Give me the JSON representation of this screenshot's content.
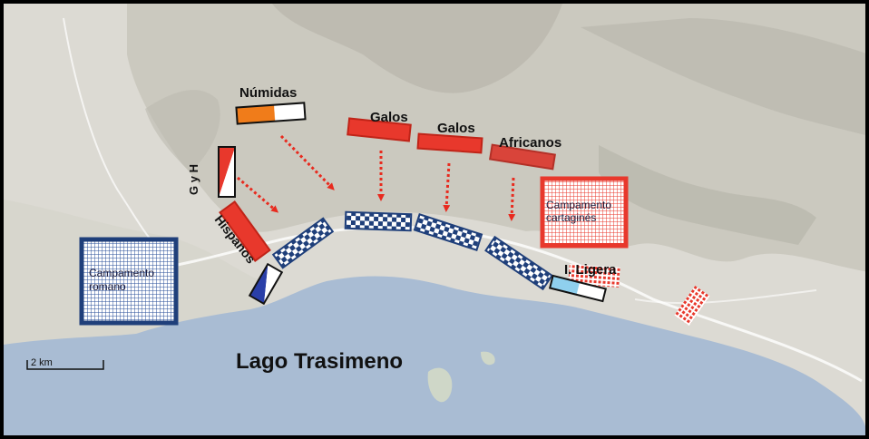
{
  "map": {
    "lake_name": "Lago Trasimeno",
    "scale_label": "2 km",
    "colors": {
      "land": "#dcdad3",
      "hill": "#c2bfb6",
      "water": "#a9bcd3",
      "carthage_red": "#e8382c",
      "rome_blue": "#1f3f7a",
      "arrow": "#e82a1e"
    },
    "camps": {
      "roman": {
        "line1": "Campamento",
        "line2": "romano"
      },
      "carthaginian": {
        "line1": "Campamento",
        "line2": "cartaginés"
      }
    },
    "units": {
      "numidas": "Númidas",
      "galos_1": "Galos",
      "galos_2": "Galos",
      "africanos": "Africanos",
      "g_y_h": "G y H",
      "hispanos": "Hispanos",
      "ligera": "I. Ligera"
    }
  }
}
